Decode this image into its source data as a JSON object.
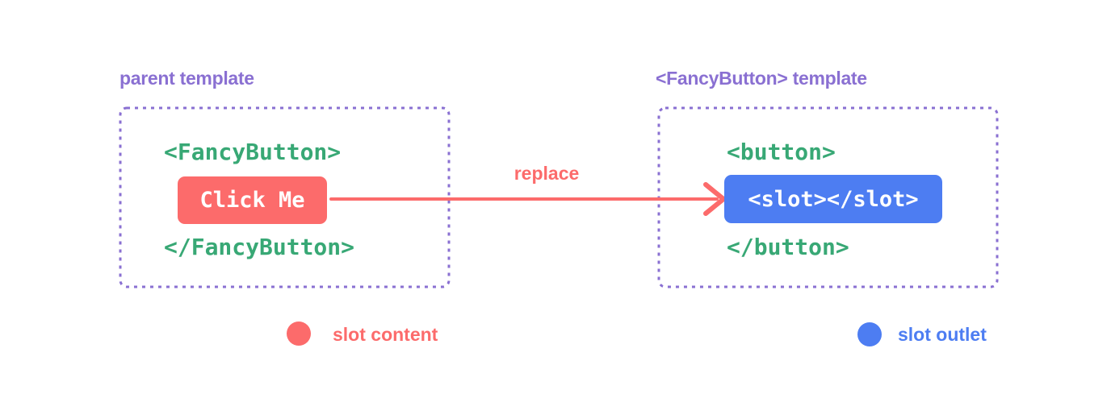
{
  "colors": {
    "red": "#fc6b6b",
    "blue": "#4d7df2",
    "green": "#38a875",
    "purple": "#8a70d2",
    "text_on_fill": "#ffffff",
    "background": "#ffffff"
  },
  "left_panel": {
    "title": "parent template",
    "opening_tag": "<FancyButton>",
    "button_label": "Click Me",
    "closing_tag": "</FancyButton>"
  },
  "right_panel": {
    "title": "<FancyButton> template",
    "opening_tag": "<button>",
    "slot_label": "<slot></slot>",
    "closing_tag": "</button>"
  },
  "arrow": {
    "label": "replace"
  },
  "legend": {
    "slot_content": "slot content",
    "slot_outlet": "slot outlet"
  }
}
